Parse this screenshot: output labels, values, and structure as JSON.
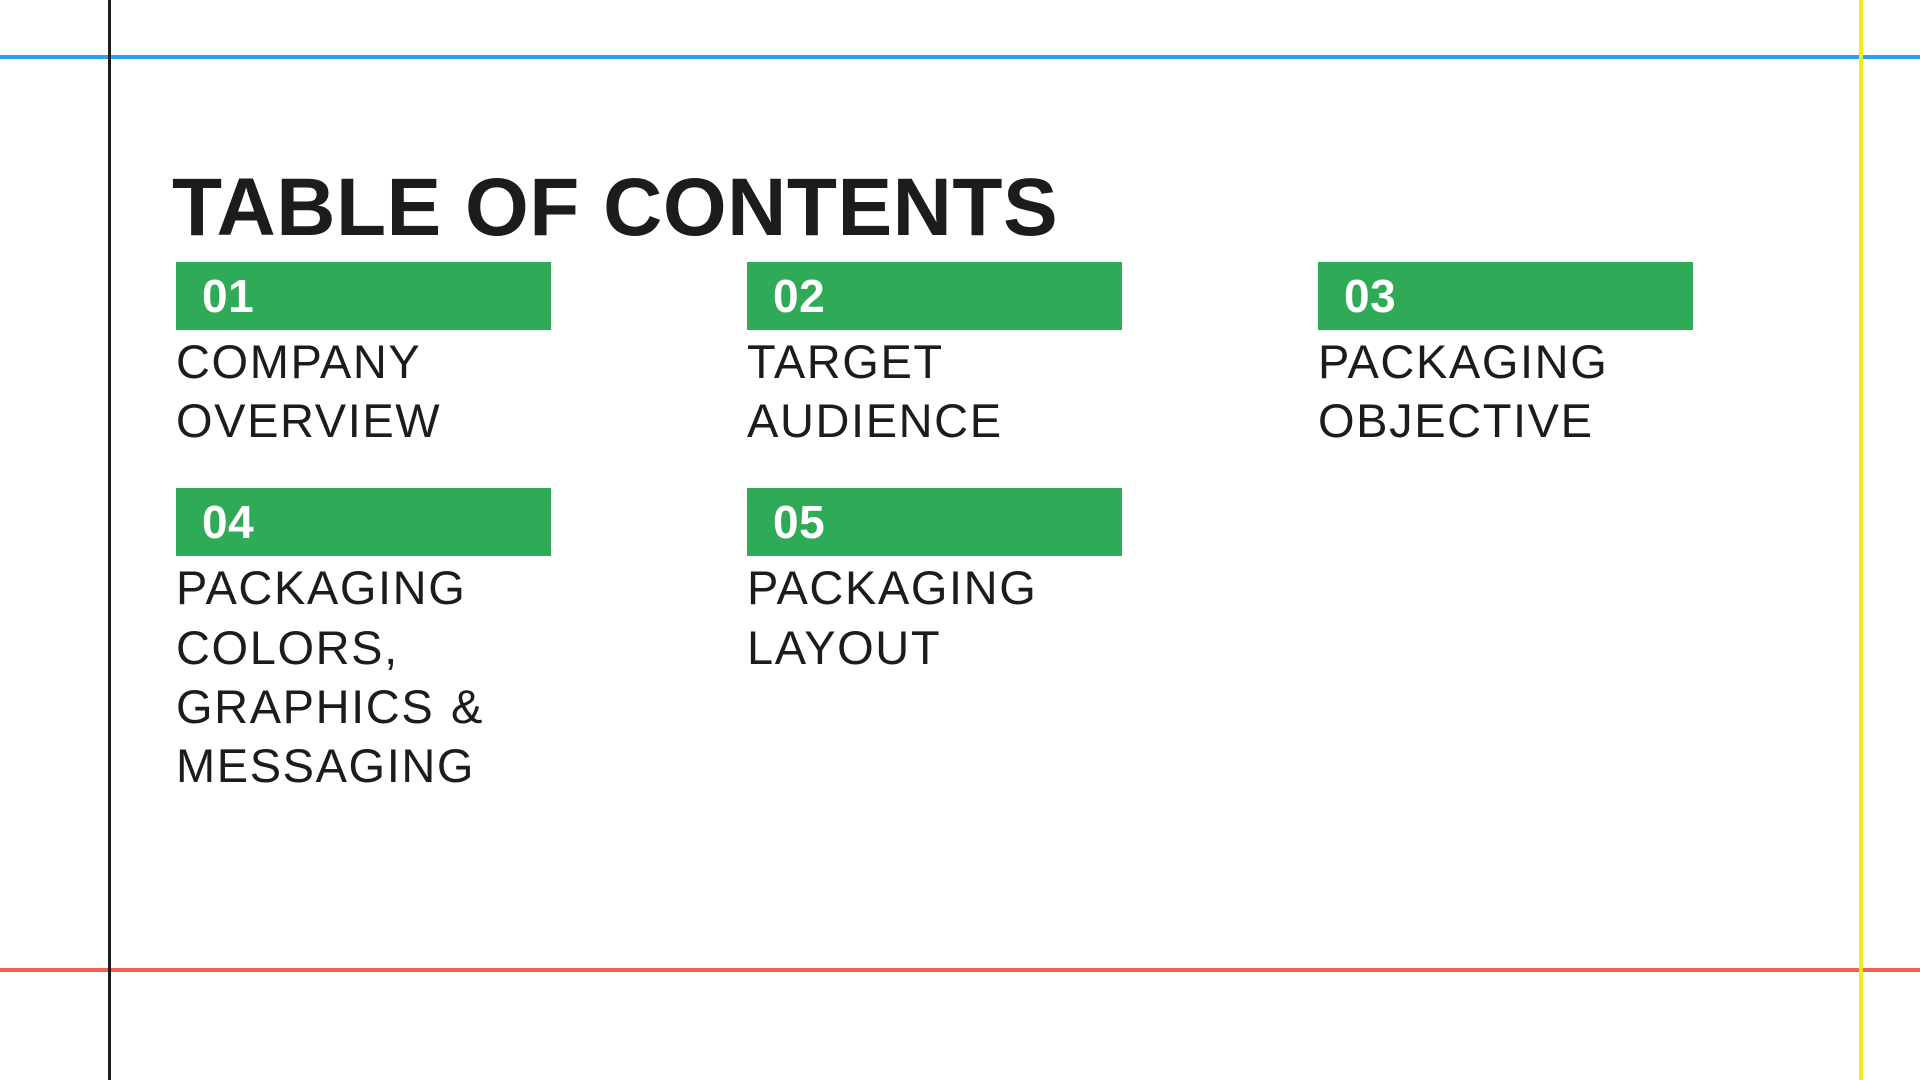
{
  "slide": {
    "title": "TABLE OF CONTENTS",
    "accent_color": "#2FAB58",
    "text_color": "#1C1C1C",
    "background_color": "#FFFFFF"
  },
  "guides": {
    "vertical_black": "#1B1B1B",
    "vertical_yellow": "#F3EC1C",
    "horizontal_blue": "#29A3E8",
    "horizontal_red": "#F4604F"
  },
  "toc": {
    "items": [
      {
        "number": "01",
        "label": "COMPANY OVERVIEW"
      },
      {
        "number": "02",
        "label": "TARGET AUDIENCE"
      },
      {
        "number": "03",
        "label": "PACKAGING OBJECTIVE"
      },
      {
        "number": "04",
        "label": "PACKAGING COLORS, GRAPHICS & MESSAGING"
      },
      {
        "number": "05",
        "label": "PACKAGING LAYOUT"
      }
    ]
  }
}
